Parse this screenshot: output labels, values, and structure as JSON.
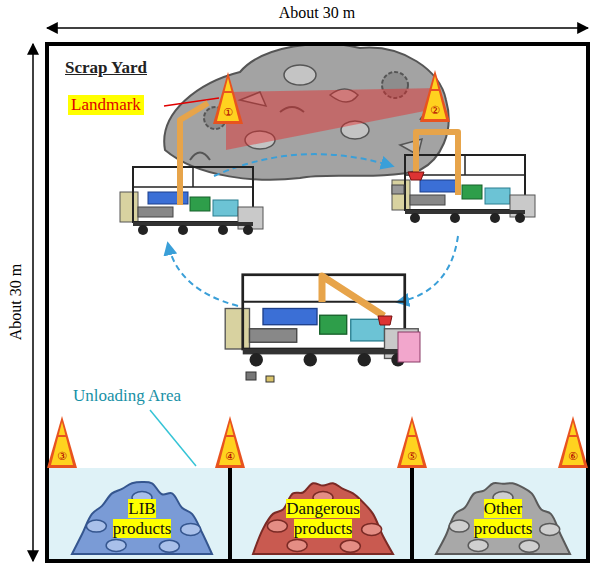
{
  "diagram": {
    "nodes": [
      {
        "text": [
          "Scrap Yard"
        ]
      },
      {
        "text": [
          "①"
        ],
        "in": 0
      },
      {
        "text": [
          "②"
        ],
        "in": 0
      },
      {
        "text": [
          "③"
        ],
        "in": 0
      },
      {
        "text": [
          "④"
        ],
        "in": 0
      },
      {
        "text": [
          "⑤"
        ],
        "in": 0
      },
      {
        "text": [
          "⑥"
        ],
        "in": 0
      },
      {
        "text": [
          "LIB products"
        ],
        "in": 0
      },
      {
        "text": [
          "Dangerous products"
        ],
        "in": 0
      },
      {
        "text": [
          "Other products"
        ],
        "in": 0
      }
    ],
    "labels": [
      "About 30 m",
      "About 30 m",
      "Landmark",
      "Unloading Area"
    ]
  }
}
